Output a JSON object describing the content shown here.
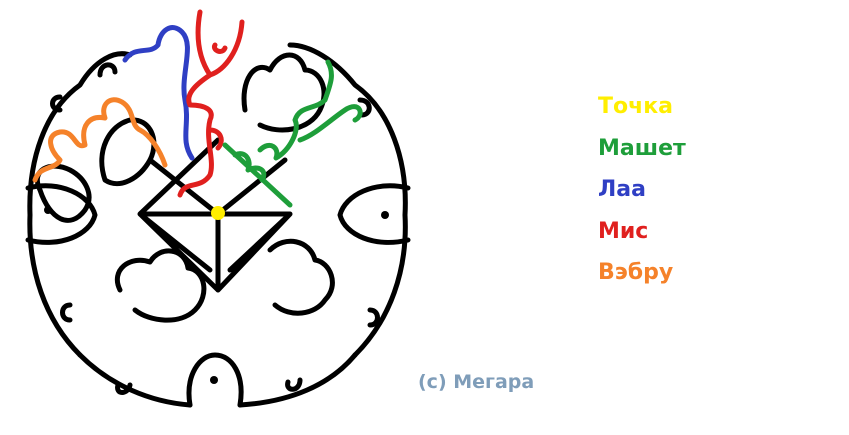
{
  "legend": {
    "items": [
      {
        "label": "Точка",
        "color": "#ffee00"
      },
      {
        "label": "Машет",
        "color": "#1e9e3a"
      },
      {
        "label": "Лаа",
        "color": "#2f3fc4"
      },
      {
        "label": "Мис",
        "color": "#e0201e"
      },
      {
        "label": "Вэбру",
        "color": "#f5822a"
      }
    ]
  },
  "credit": {
    "text": "(c) Мегара",
    "color": "#7f9db9"
  },
  "drawing": {
    "outline_color": "#000000",
    "dot_color": "#ffee00"
  }
}
